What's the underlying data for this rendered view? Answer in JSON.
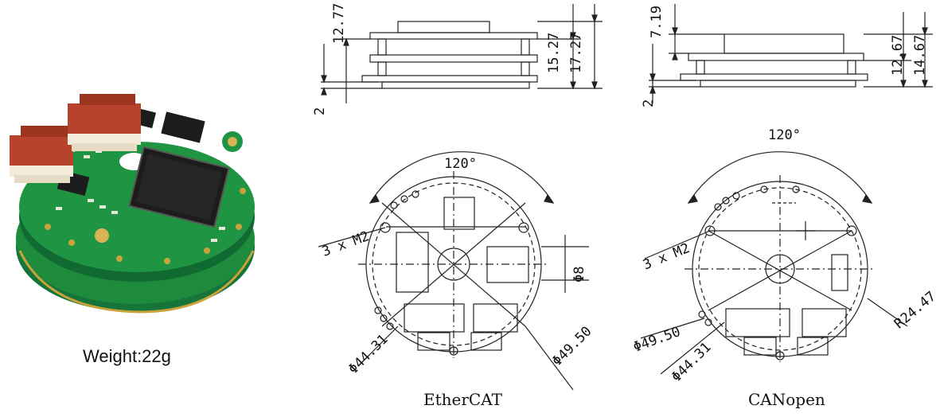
{
  "caption": {
    "weight": "Weight:22g"
  },
  "labels": {
    "ethercat": "EtherCAT",
    "canopen": "CANopen"
  },
  "dimensions": {
    "ethercat_side": {
      "h1": "12.77",
      "h2": "15.27",
      "h3": "17.27",
      "base": "2"
    },
    "canopen_side": {
      "top": "7.19",
      "h1": "12.67",
      "h2": "14.67",
      "base": "2"
    },
    "ethercat_top": {
      "angle": "120°",
      "holes": "3 x M2",
      "inner": "Φ44.31",
      "outer": "Φ49.50",
      "center": "Φ8"
    },
    "canopen_top": {
      "angle": "120°",
      "holes": "3 x M2",
      "outer": "Φ49.50",
      "inner": "Φ44.31",
      "radius": "R24.47"
    }
  },
  "colors": {
    "pcb": "#1d8a3c",
    "pcb_dark": "#0f5e28",
    "connector": "#b8432c",
    "gold": "#c9a23a",
    "chip": "#1c1c1c",
    "line": "#222222"
  }
}
